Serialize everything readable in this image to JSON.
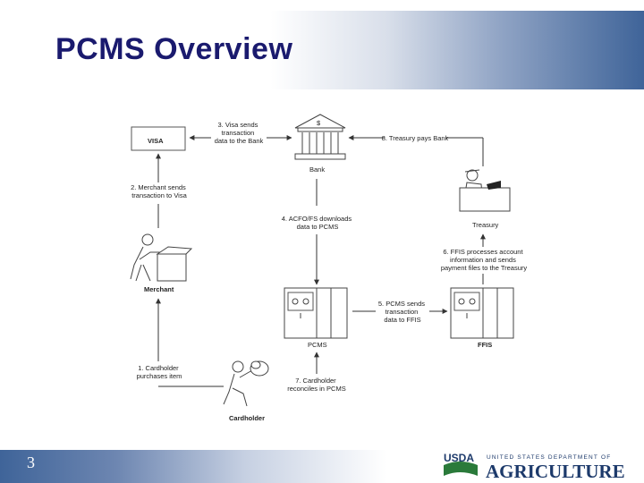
{
  "slide": {
    "title": "PCMS Overview",
    "page_number": "3"
  },
  "nodes": {
    "visa": "VISA",
    "bank_symbol": "$",
    "bank": "Bank",
    "treasury": "Treasury",
    "merchant": "Merchant",
    "pcms": "PCMS",
    "ffis": "FFIS",
    "cardholder": "Cardholder"
  },
  "steps": {
    "s1": [
      "1. Cardholder",
      "purchases item"
    ],
    "s2": [
      "2. Merchant sends",
      "transaction to Visa"
    ],
    "s3": [
      "3. Visa sends",
      "transaction",
      "data to the Bank"
    ],
    "s4": [
      "4. ACFO/FS downloads",
      "data to PCMS"
    ],
    "s5": [
      "5. PCMS sends",
      "transaction",
      "data to FFIS"
    ],
    "s6": [
      "6. FFIS processes account",
      "information and sends",
      "payment files to the Treasury"
    ],
    "s7": [
      "7. Cardholder",
      "reconciles in PCMS"
    ],
    "s8": "8. Treasury pays Bank"
  },
  "logo": {
    "usda": "USDA",
    "dept": "UNITED STATES DEPARTMENT OF",
    "agri": "AGRICULTURE"
  },
  "colors": {
    "title": "#1a1a6e",
    "band": "#3f6499"
  }
}
